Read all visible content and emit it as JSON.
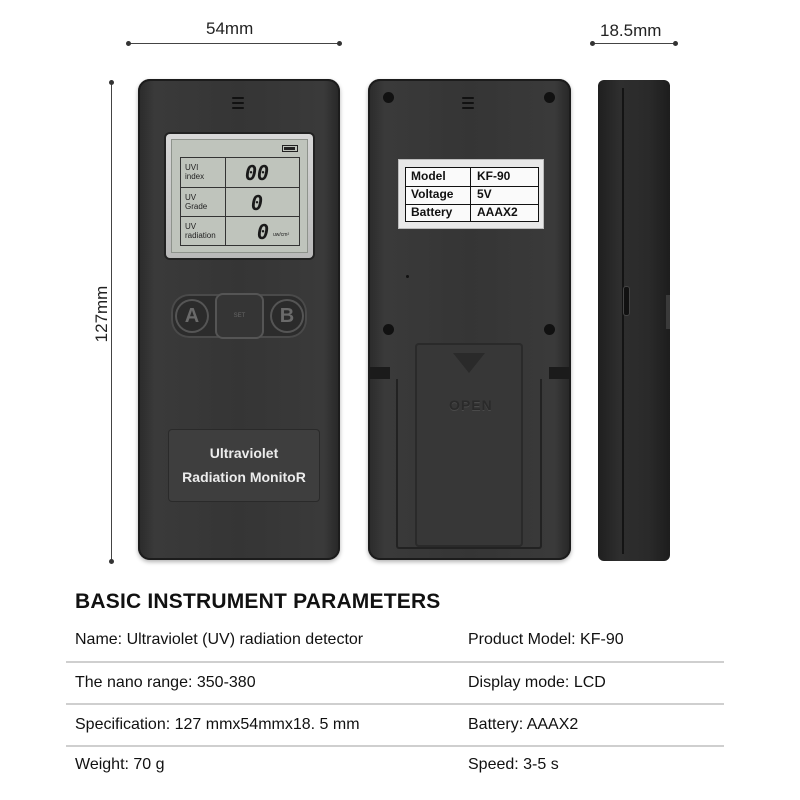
{
  "dimensions": {
    "width": "54mm",
    "depth": "18.5mm",
    "height": "127mm"
  },
  "front": {
    "lcd_rows": [
      {
        "label": "UVI\nindex",
        "value": "00",
        "unit": ""
      },
      {
        "label": "UV\nGrade",
        "value": "0",
        "unit": ""
      },
      {
        "label": "UV\nradiation",
        "value": "0",
        "unit": "uw/cm²"
      }
    ],
    "buttons": {
      "left": "A",
      "center": "SET",
      "right": "B"
    },
    "name_plate": {
      "line1": "Ultraviolet",
      "line2": "Radiation MonitoR"
    }
  },
  "back": {
    "label_rows": [
      {
        "key": "Model",
        "value": "KF-90"
      },
      {
        "key": "Voltage",
        "value": "5V"
      },
      {
        "key": "Battery",
        "value": "AAAX2"
      }
    ],
    "door_text": "OPEN"
  },
  "parameters": {
    "title": "BASIC INSTRUMENT PARAMETERS",
    "rows": [
      {
        "left": "Name: Ultraviolet (UV) radiation detector",
        "right": "Product Model: KF-90"
      },
      {
        "left": "The nano range: 350-380",
        "right": "Display mode: LCD"
      },
      {
        "left": "Specification: 127 mmx54mmx18. 5 mm",
        "right": "Battery: AAAX2"
      },
      {
        "left": "Weight: 70 g",
        "right": "Speed: 3-5 s"
      }
    ]
  }
}
